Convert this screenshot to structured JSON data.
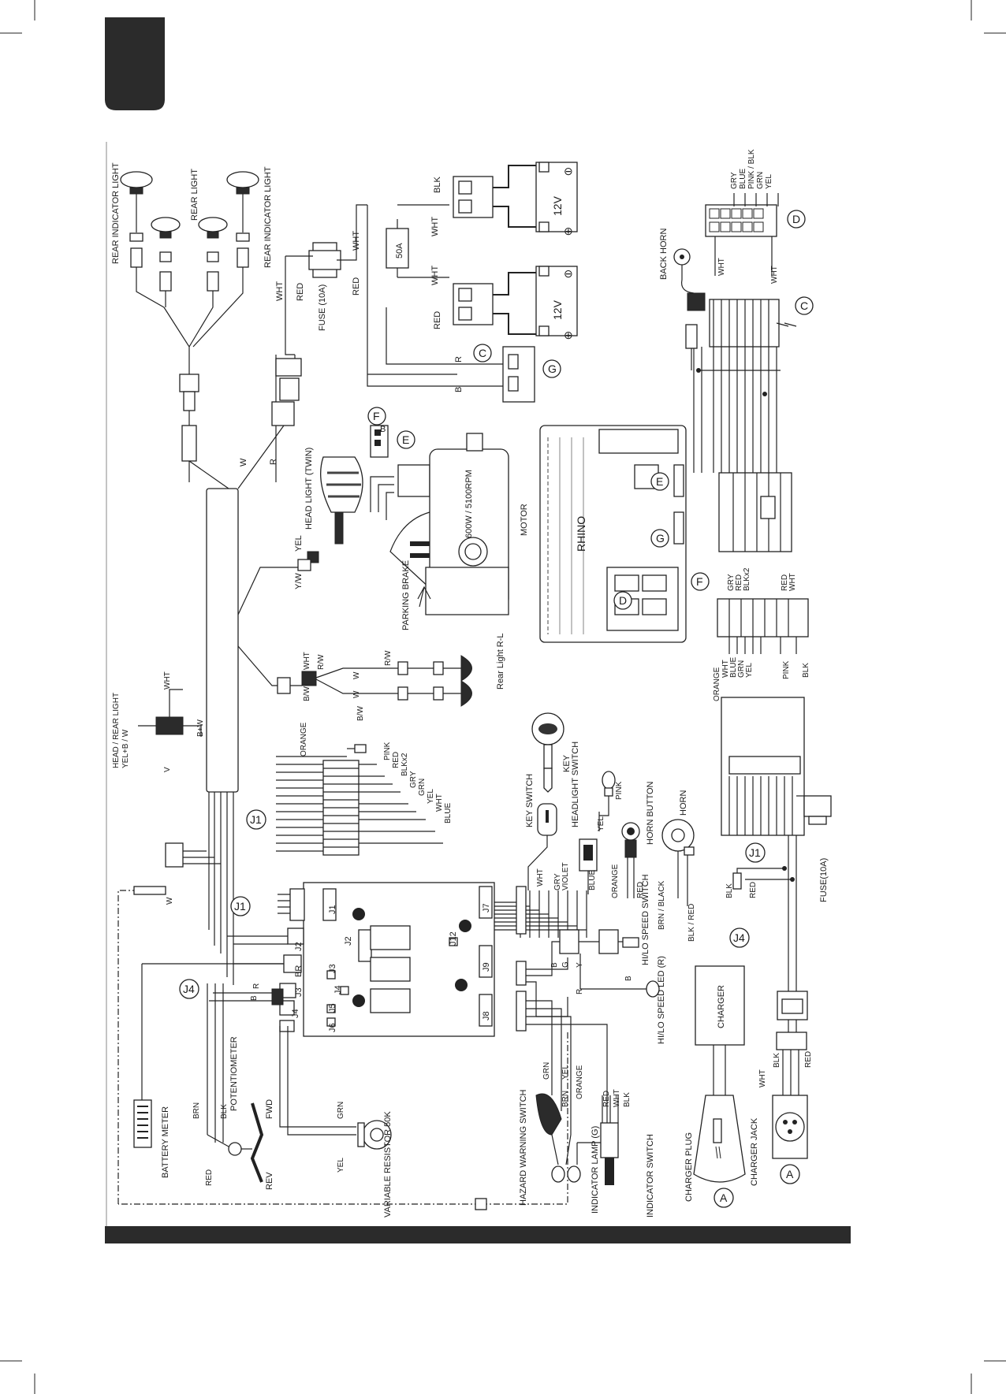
{
  "labels": {
    "rear_indicator_light_left": "REAR INDICATOR LIGHT",
    "rear_light": "REAR LIGHT",
    "rear_indicator_light_right": "REAR INDICATOR LIGHT",
    "fuse_10a_top": "FUSE (10A)",
    "wht_fuse_in": "WHT",
    "red_fuse_in": "RED",
    "red_fuse_out": "RED",
    "wht_fuse_out": "WHT",
    "fuse_50a": "50A",
    "wht_50a_top": "WHT",
    "wht_50a_bottom": "WHT",
    "blk_battery": "BLK",
    "red_battery": "RED",
    "battery_top": "12V",
    "battery_bottom": "12V",
    "r_c": "R",
    "b_c": "B",
    "conn_c": "C",
    "conn_g": "G",
    "conn_d": "D",
    "conn_e": "E",
    "conn_f": "F",
    "conn_a": "A",
    "conn_j1": "J1",
    "conn_j4": "J4",
    "d_wires": [
      "GRY",
      "BLUE",
      "PINK / BLK",
      "GRN",
      "YEL"
    ],
    "d_wht_a": "WHT",
    "d_wht_b": "WHT",
    "back_horn": "BACK HORN",
    "head_light_twin": "HEAD LIGHT (TWIN)",
    "motor_rating": "600W / 5100RPM",
    "motor": "MOTOR",
    "parking_brake": "PARKING BRAKE",
    "controller_brand": "RHINO",
    "controller_e": "E",
    "controller_g": "G",
    "controller_d": "D",
    "f_wires_a": [
      "GRY",
      "RED",
      "BLKx2"
    ],
    "f_wires_b": [
      "RED",
      "WHT"
    ],
    "bottom_conn_wires": [
      "ORANGE",
      "WHT",
      "BLUE",
      "GRN",
      "YEL"
    ],
    "pink": "PINK",
    "blk": "BLK",
    "w_main": "W",
    "r_main": "R",
    "yel_head": "YEL",
    "yw": "Y/W",
    "wht_rl": "WHT",
    "rw_rl": "R/W",
    "bw_rl": "B/W",
    "rw_a": "R/W",
    "w_a": "W",
    "w_b": "W",
    "bw_b": "B/W",
    "rear_light_rl": "Rear Light R-L",
    "head_rear_light": "HEAD / REAR LIGHT",
    "yel_b_w": "YEL+B / W",
    "wht_hr": "WHT",
    "v_hr": "V",
    "bw_hr": "B+W",
    "j1_wires": [
      "ORANGE",
      "PINK",
      "RED",
      "BLKx2",
      "GRY",
      "GRN",
      "YEL",
      "WHT",
      "BLUE"
    ],
    "key_switch": "KEY SWITCH",
    "key": "KEY",
    "headlight_switch": "HEADLIGHT SWITCH",
    "horn_button": "HORN BUTTON",
    "horn": "HORN",
    "ks_wires": [
      "WHT",
      "GRY",
      "VIOLET",
      "BLUE"
    ],
    "hs_yel": "YEL",
    "hs_pink": "PINK",
    "hb_orange": "ORANGE",
    "hb_red": "RED",
    "horn_brn_black": "BRN / BLACK",
    "horn_blk_red": "BLK / RED",
    "j4_blk": "BLK",
    "j4_red": "RED",
    "fuse_10a_bottom": "FUSE(10A)",
    "w_dash": "W",
    "board_j1": "J1",
    "board_j2": "J2",
    "board_j3": "J3",
    "board_j4": "J4",
    "board_j5": "J5",
    "board_j6": "J6",
    "board_j7": "J7",
    "board_j8": "J8",
    "board_j9": "J9",
    "board_j12": "J12",
    "br": "BR",
    "j4_side": "J4",
    "board_j2_side": "J2",
    "board_j3_side": "J3",
    "r_j4": "R",
    "b_j4": "B",
    "j9_b": "B",
    "j9_g": "G",
    "j9_y": "Y",
    "j9_r": "R",
    "j9_b2": "B",
    "hilo_switch": "HI/LO SPEED SWITCH",
    "hilo_led": "HI/LO SPEED LED (R)",
    "charger": "CHARGER",
    "battery_meter": "BATTERY METER",
    "pot_brn": "BRN",
    "pot_blk": "BLK",
    "pot_red": "RED",
    "potentiometer": "POTENTIOMETER",
    "fwd": "FWD",
    "rev": "REV",
    "var_grn": "GRN",
    "var_yel": "YEL",
    "variable_resistor": "VARIABLE RESISTOR 50K",
    "hazard_warning_switch": "HAZARD WARNING SWITCH",
    "hz_grn": "GRN",
    "hz_yel": "YEL",
    "hz_brn": "BRN",
    "hz_orange": "ORANGE",
    "indicator_lamp": "INDICATOR LAMP (G)",
    "ind_red": "RED",
    "ind_wht": "WHT",
    "ind_blk": "BLK",
    "indicator_switch": "INDICATOR SWITCH",
    "charger_plug": "CHARGER PLUG",
    "charger_jack": "CHARGER JACK",
    "cj_wht": "WHT",
    "cj_blk": "BLK",
    "cj_red": "RED"
  }
}
